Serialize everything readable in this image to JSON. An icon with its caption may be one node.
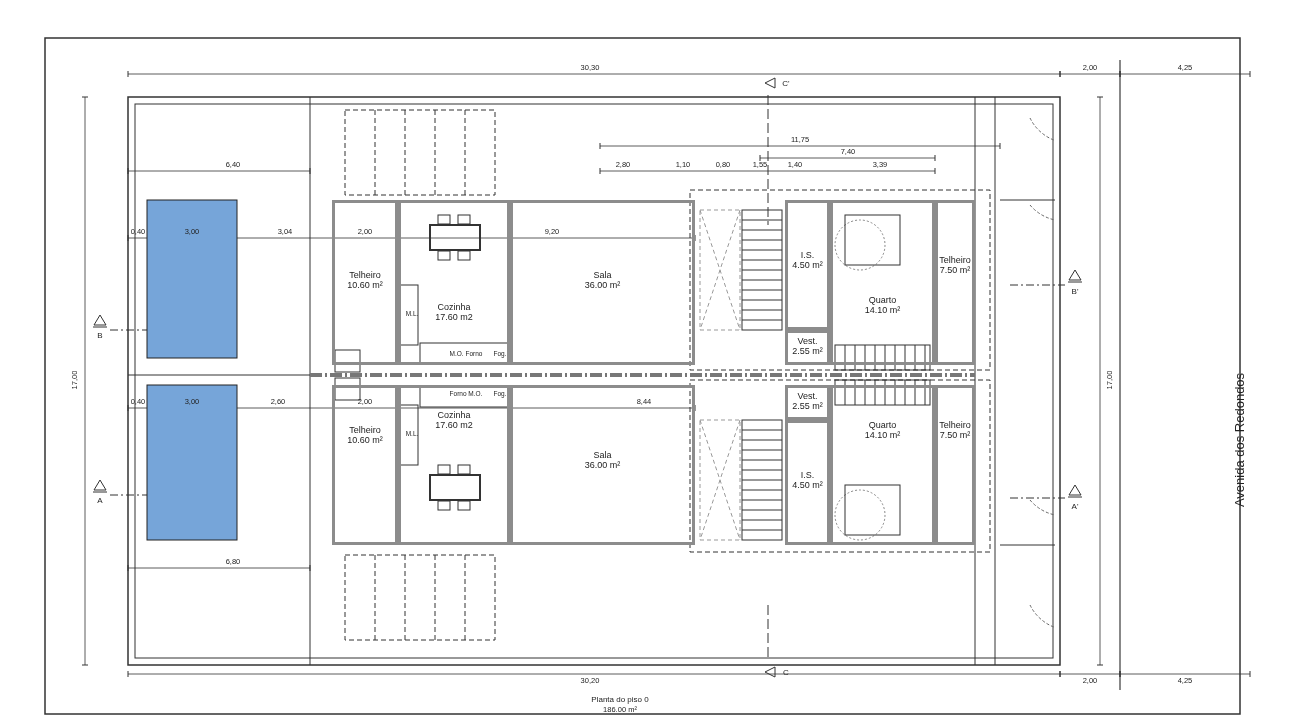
{
  "diagram": {
    "caption": "Planta do piso 0",
    "nodes": [
      {
        "text": [
          "Telheiro",
          "10.60 m²"
        ]
      },
      {
        "text": [
          "Cozinha",
          "17.60 m2"
        ]
      },
      {
        "text": [
          "Sala",
          "36.00 m²"
        ]
      },
      {
        "text": [
          "I.S.",
          "4.50 m²"
        ]
      },
      {
        "text": [
          "Vest.",
          "2.55 m²"
        ]
      },
      {
        "text": [
          "Quarto",
          "14.10 m²"
        ]
      },
      {
        "text": [
          "Telheiro",
          "7.50 m²"
        ]
      },
      {
        "text": [
          "Telheiro",
          "10.60 m²"
        ]
      },
      {
        "text": [
          "Cozinha",
          "17.60 m2"
        ]
      },
      {
        "text": [
          "Sala",
          "36.00 m²"
        ]
      },
      {
        "text": [
          "Vest.",
          "2.55 m²"
        ]
      },
      {
        "text": [
          "I.S.",
          "4.50 m²"
        ]
      },
      {
        "text": [
          "Quarto",
          "14.10 m²"
        ]
      },
      {
        "text": [
          "Telheiro",
          "7.50 m²"
        ]
      }
    ],
    "labels": [
      "30,30",
      "C'",
      "2,00",
      "4,25",
      "6,40",
      "11,75",
      "7,40",
      "2,80",
      "1,10",
      "0,80",
      "1,55",
      "1,40",
      "3,39",
      "0,40",
      "3,00",
      "3,04",
      "2,00",
      "9,20",
      "B",
      "17,00",
      "M.L.",
      "M.O. Forno",
      "Fog.",
      "Forno M.O.",
      "Fog.",
      "M.L.",
      "0,40",
      "3,00",
      "2,60",
      "2,00",
      "8,44",
      "B'",
      "17,00",
      "A",
      "A'",
      "6,80",
      "30,20",
      "C",
      "2,00",
      "4,25",
      "Avenida dos Redondos",
      "186.00 m²"
    ]
  }
}
